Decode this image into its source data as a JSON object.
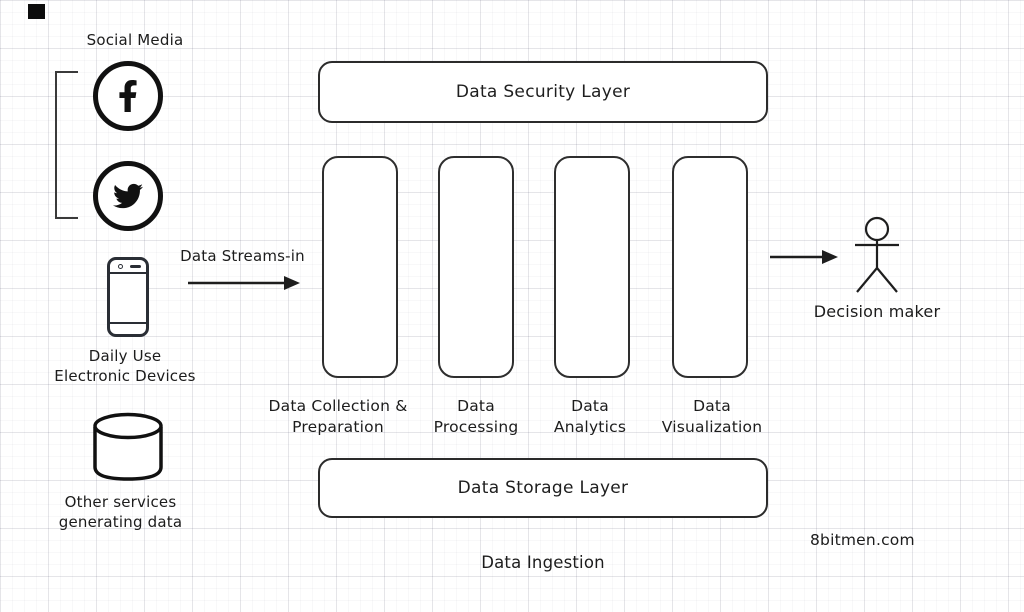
{
  "diagram": {
    "title": "Data Ingestion",
    "watermark": "8bitmen.com",
    "sources": {
      "social_media": {
        "label": "Social Media"
      },
      "devices": {
        "label_line1": "Daily Use",
        "label_line2": "Electronic Devices"
      },
      "other_services": {
        "label_line1": "Other services",
        "label_line2": "generating data"
      }
    },
    "flow": {
      "stream_label": "Data Streams-in"
    },
    "security_layer": {
      "label": "Data Security Layer"
    },
    "storage_layer": {
      "label": "Data Storage Layer"
    },
    "stages": [
      {
        "line1": "Data Collection &",
        "line2": "Preparation"
      },
      {
        "line1": "Data",
        "line2": "Processing"
      },
      {
        "line1": "Data",
        "line2": "Analytics"
      },
      {
        "line1": "Data",
        "line2": "Visualization"
      }
    ],
    "consumer": {
      "label": "Decision maker"
    }
  },
  "icons": {
    "facebook": "circled facebook-f glyph",
    "twitter": "circled twitter-bird glyph",
    "phone": "smartphone outline",
    "database": "cylinder outline",
    "decision_maker": "stick figure",
    "arrow": "right arrow line"
  },
  "colors": {
    "ink": "#1e1e1e",
    "background": "#ffffff",
    "grid_major": "#e2e2e8",
    "grid_minor": "#f3f3f6"
  }
}
